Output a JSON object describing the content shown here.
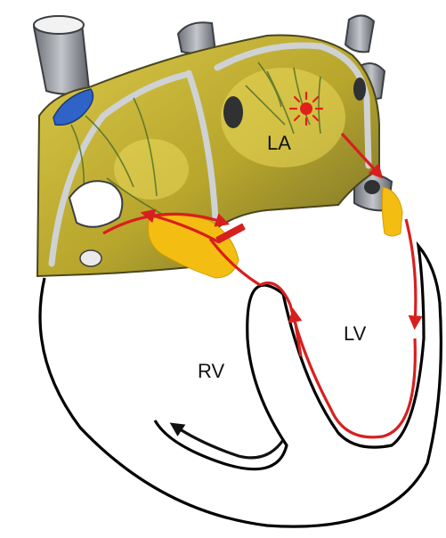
{
  "labels": {
    "left_atrium": "LA",
    "left_ventricle": "LV",
    "right_ventricle": "RV"
  },
  "colors": {
    "conduction_path": "#d81f1f",
    "reentry_arrow": "#111111",
    "heart_tissue": "#b7a52c",
    "tissue_highlight": "#e9d85a",
    "vessel": "#8f949a",
    "conduction_node": "#f3bd12",
    "ventricle_outline": "#000000",
    "septal_vein": "#2f63c8"
  },
  "icons": {
    "sinus_node": "sun-burst-icon",
    "conduction_block": "block-bar-icon"
  }
}
